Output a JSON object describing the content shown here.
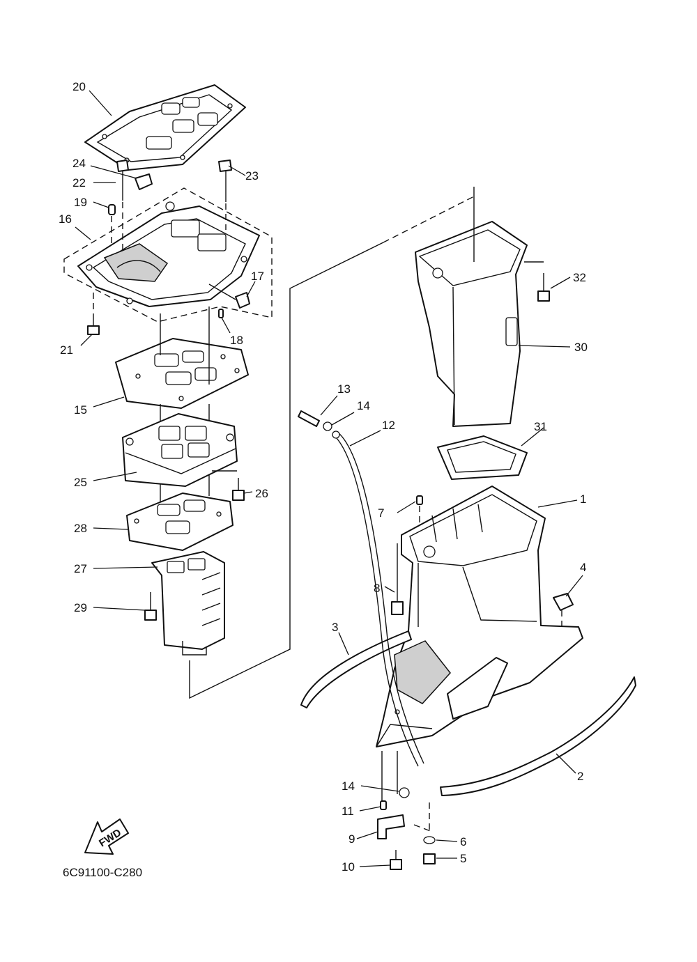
{
  "drawing_code": "6C91100-C280",
  "direction_arrow": "FWD",
  "callouts": [
    "1",
    "2",
    "3",
    "4",
    "5",
    "6",
    "7",
    "8",
    "9",
    "10",
    "11",
    "12",
    "13",
    "14",
    "15",
    "16",
    "17",
    "18",
    "19",
    "20",
    "21",
    "22",
    "23",
    "24",
    "25",
    "26",
    "27",
    "28",
    "29",
    "30",
    "31",
    "32"
  ],
  "callout_14_lower": "14"
}
